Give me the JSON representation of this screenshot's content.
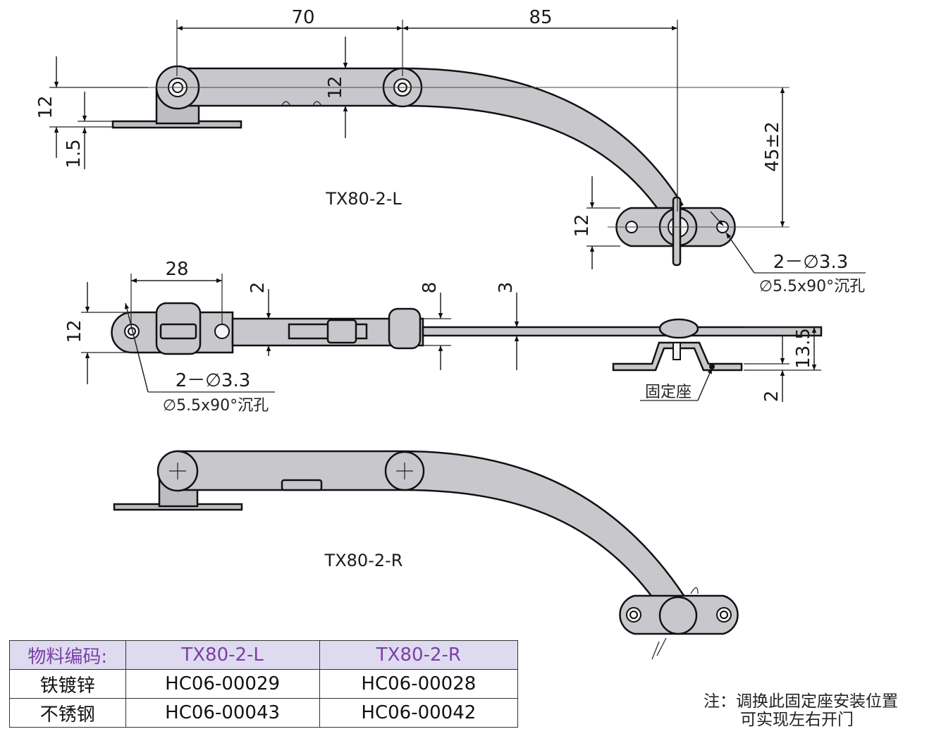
{
  "labels": {
    "part_top": "TX80-2-L",
    "part_bottom": "TX80-2-R",
    "fixed_seat": "固定座",
    "hole_spec_count": "2－∅3.3",
    "hole_spec_csk": "∅5.5x90°沉孔"
  },
  "dimensions": {
    "d70": "70",
    "d85": "85",
    "d12_left": "12",
    "d1_5": "1.5",
    "d12_mid": "12",
    "d45_2": "45±2",
    "d12_right": "12",
    "d28": "28",
    "d2_top": "2",
    "d8": "8",
    "d3": "3",
    "d12_side": "12",
    "d13_5": "13.5",
    "d2_bottom": "2"
  },
  "table": {
    "header": [
      "物料编码:",
      "TX80-2-L",
      "TX80-2-R"
    ],
    "rows": [
      [
        "铁镀锌",
        "HC06-00029",
        "HC06-00028"
      ],
      [
        "不锈钢",
        "HC06-00043",
        "HC06-00042"
      ]
    ]
  },
  "note": {
    "line1": "注：调换此固定座安装位置",
    "line2": "可实现左右开门"
  },
  "colors": {
    "part_fill": "#c8c8cc",
    "table_header_bg": "#dedbf0",
    "table_header_text": "#7b3fa6"
  }
}
